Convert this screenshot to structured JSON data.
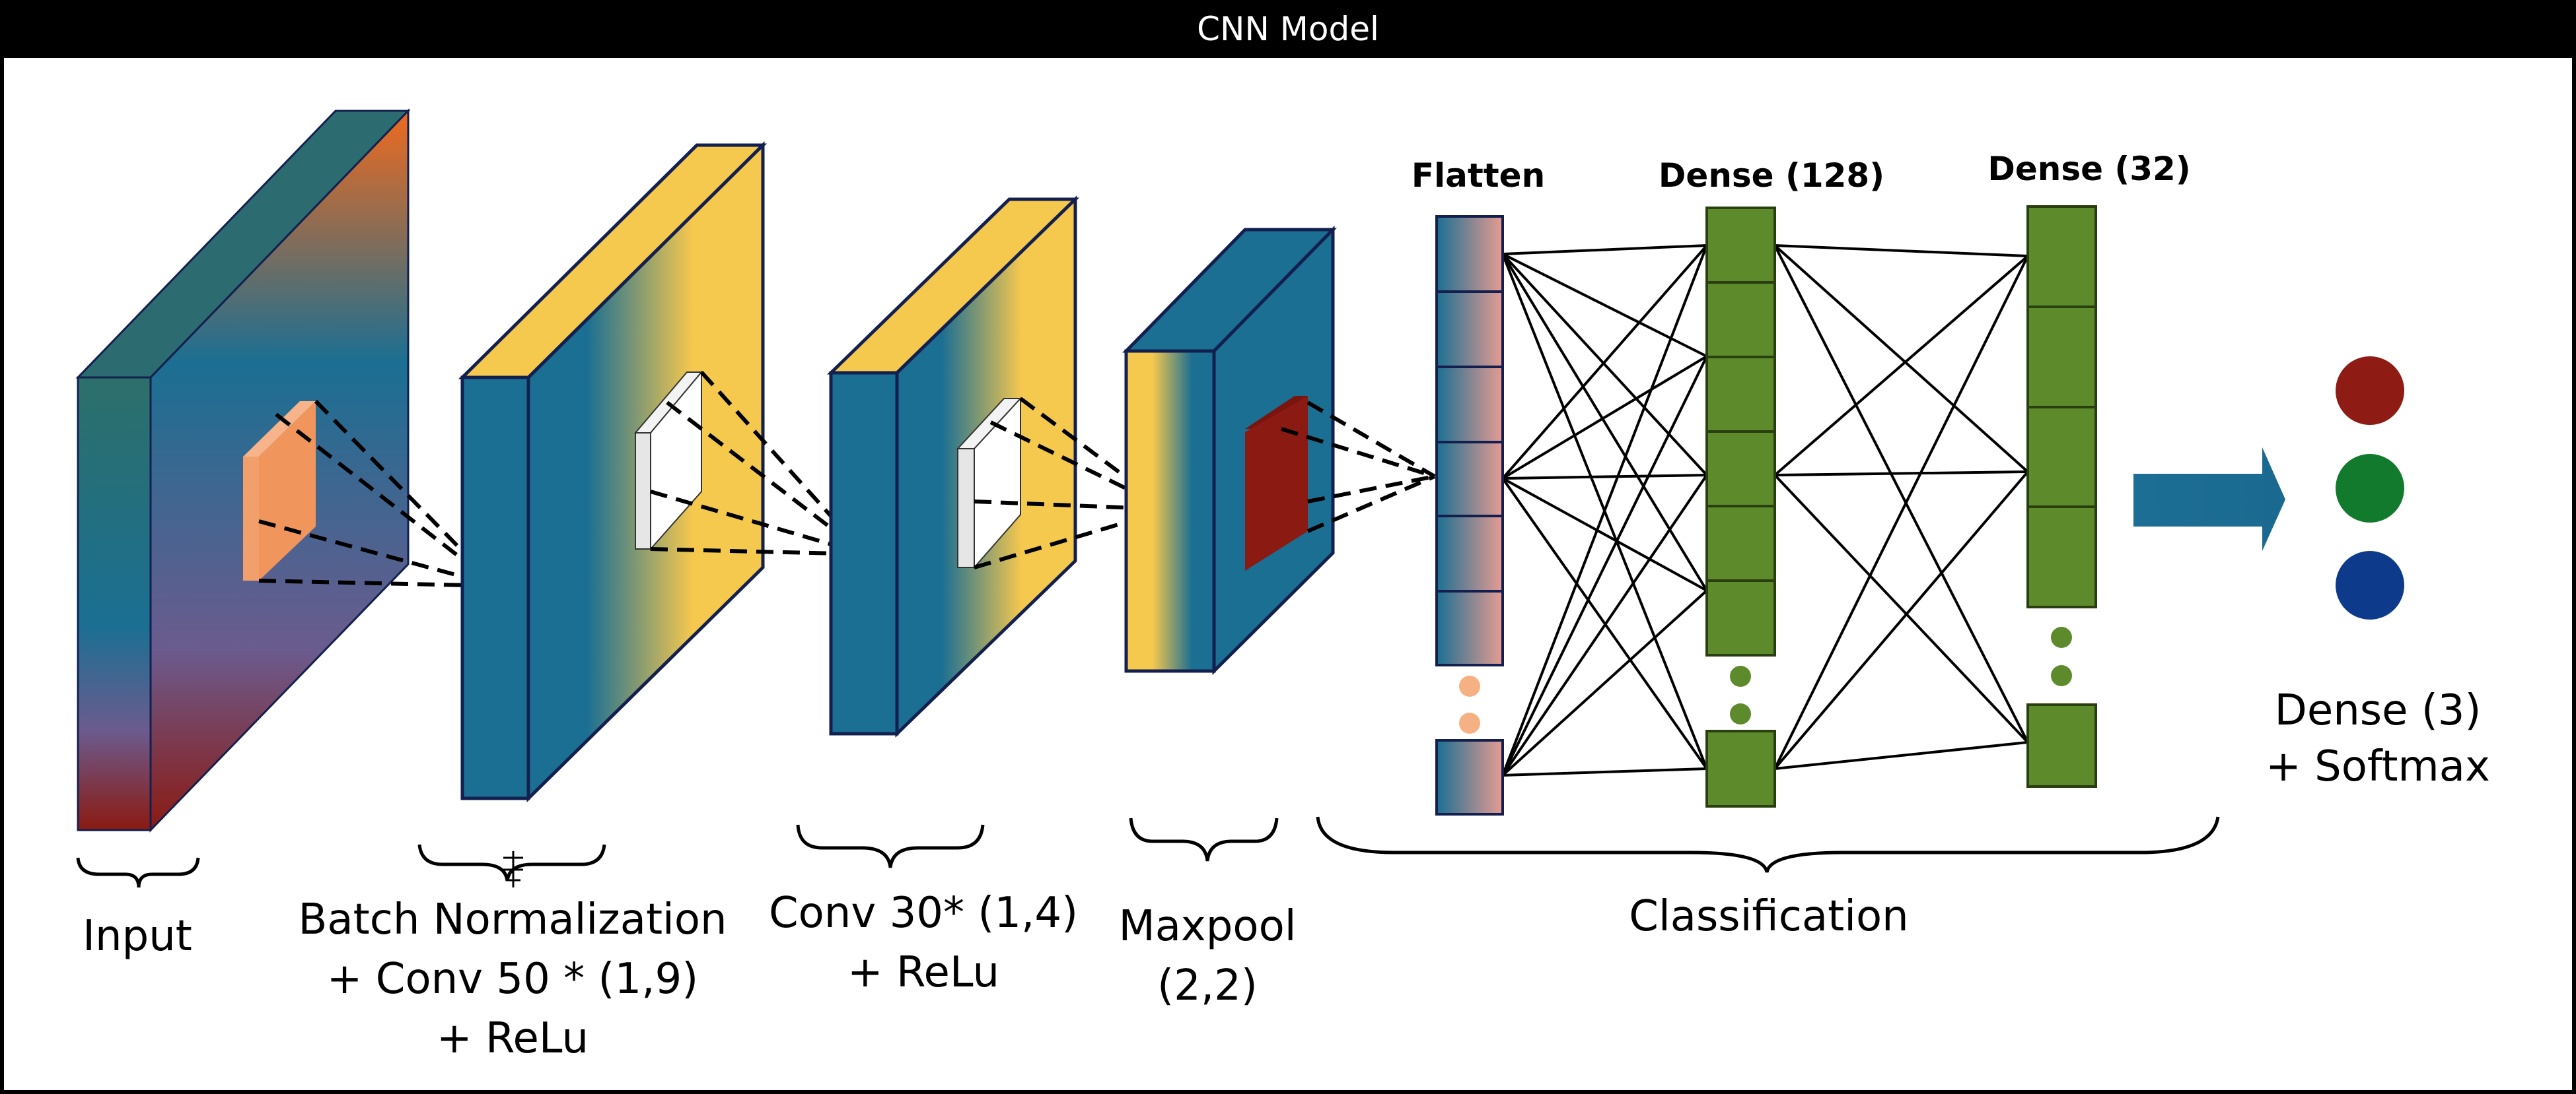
{
  "title": "CNN Model",
  "labels": {
    "input": "Input",
    "batch_norm_line1": "Batch Normalization",
    "batch_norm_line2": "+ Conv 50 * (1,9)",
    "batch_norm_line3": "+ ReLu",
    "conv30_line1": "Conv 30* (1,4)",
    "conv30_line2": "+ ReLu",
    "maxpool_line1": "Maxpool",
    "maxpool_line2": "(2,2)",
    "flatten": "Flatten",
    "dense128": "Dense (128)",
    "dense32": "Dense (32)",
    "dense3_line1": "Dense (3)",
    "dense3_line2": "+ Softmax",
    "classification": "Classification"
  },
  "colors": {
    "teal": "#1b6f92",
    "yellow": "#f5c84e",
    "orange": "#ef6a1e",
    "dark_red": "#8b1a12",
    "purple": "#6b5b8e",
    "salmon": "#f0955c",
    "pink": "#e0938f",
    "green": "#5d8a2a",
    "output_red": "#8e1b14",
    "output_green": "#117a2c",
    "output_blue": "#0d3a8a",
    "navy": "#13204f"
  },
  "output_classes": [
    "red-class",
    "green-class",
    "blue-class"
  ]
}
